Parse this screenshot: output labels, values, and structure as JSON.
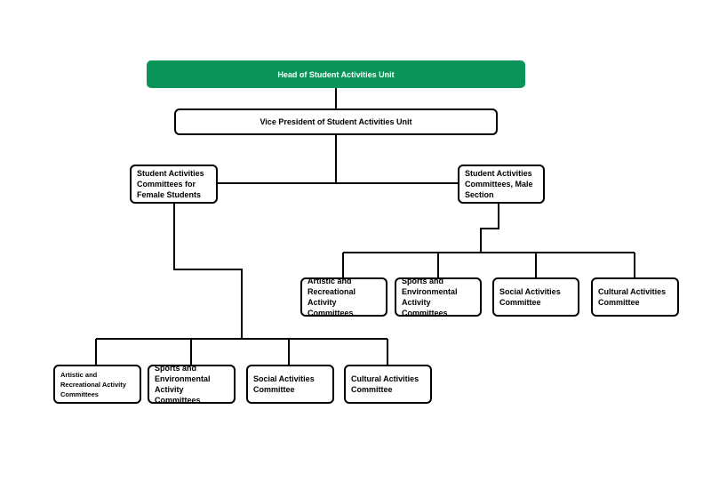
{
  "colors": {
    "head_fill": "#0a9457",
    "head_text": "#ffffff",
    "box_border": "#000000",
    "line": "#000000"
  },
  "chart": {
    "head": "Head of Student Activities Unit",
    "vice_president": "Vice President of Student Activities Unit",
    "female_section": {
      "label": "Student Activities\nCommittees for\nFemale Students",
      "committees": [
        "Artistic and\nRecreational Activity\nCommittees",
        "Sports and\nEnvironmental\nActivity Committees",
        "Social Activities\nCommittee",
        "Cultural Activities\nCommittee"
      ]
    },
    "male_section": {
      "label": "Student Activities\nCommittees, Male\nSection",
      "committees": [
        "Artistic and\nRecreational Activity\nCommittees",
        "Sports and\nEnvironmental\nActivity Committees",
        "Social Activities\nCommittee",
        "Cultural Activities\nCommittee"
      ]
    }
  }
}
